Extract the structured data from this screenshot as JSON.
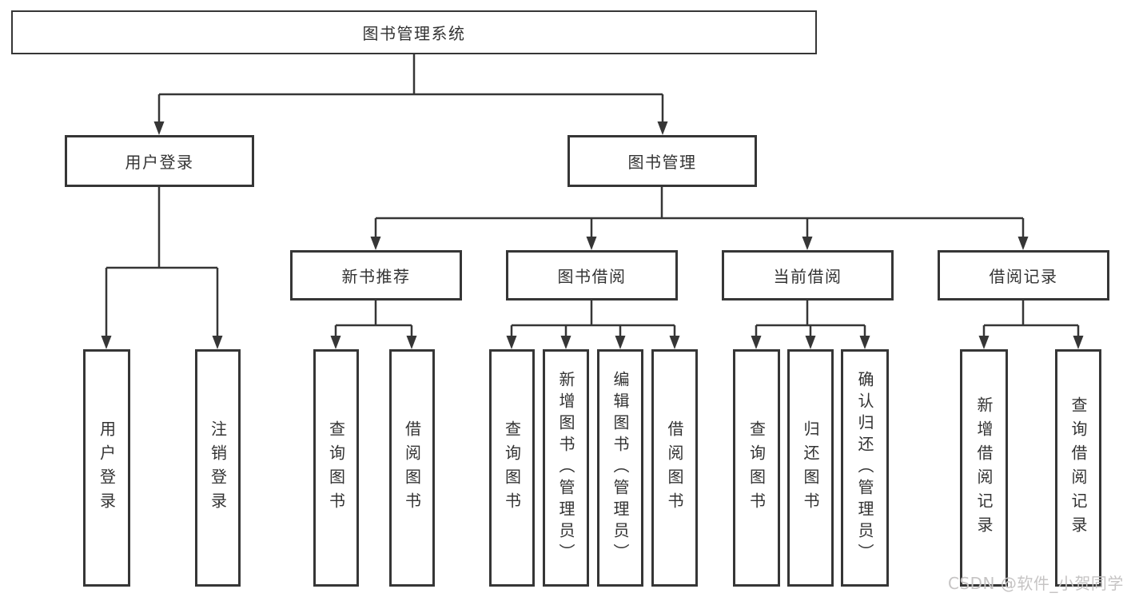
{
  "diagram": {
    "root": "图书管理系统",
    "branches": [
      {
        "label": "用户登录",
        "children": [
          "用户登录",
          "注销登录"
        ]
      },
      {
        "label": "图书管理",
        "children": [
          {
            "label": "新书推荐",
            "children": [
              "查询图书",
              "借阅图书"
            ]
          },
          {
            "label": "图书借阅",
            "children": [
              "查询图书",
              "新增图书（管理员）",
              "编辑图书（管理员）",
              "借阅图书"
            ]
          },
          {
            "label": "当前借阅",
            "children": [
              "查询图书",
              "归还图书",
              "确认归还（管理员）"
            ]
          },
          {
            "label": "借阅记录",
            "children": [
              "新增借阅记录",
              "查询借阅记录"
            ]
          }
        ]
      }
    ]
  },
  "colors": {
    "line": "#363636",
    "text": "#333333",
    "box_background": "#ffffff",
    "watermark": "#c6c4c4"
  },
  "watermark": "CSDN @软件_小贺同学"
}
